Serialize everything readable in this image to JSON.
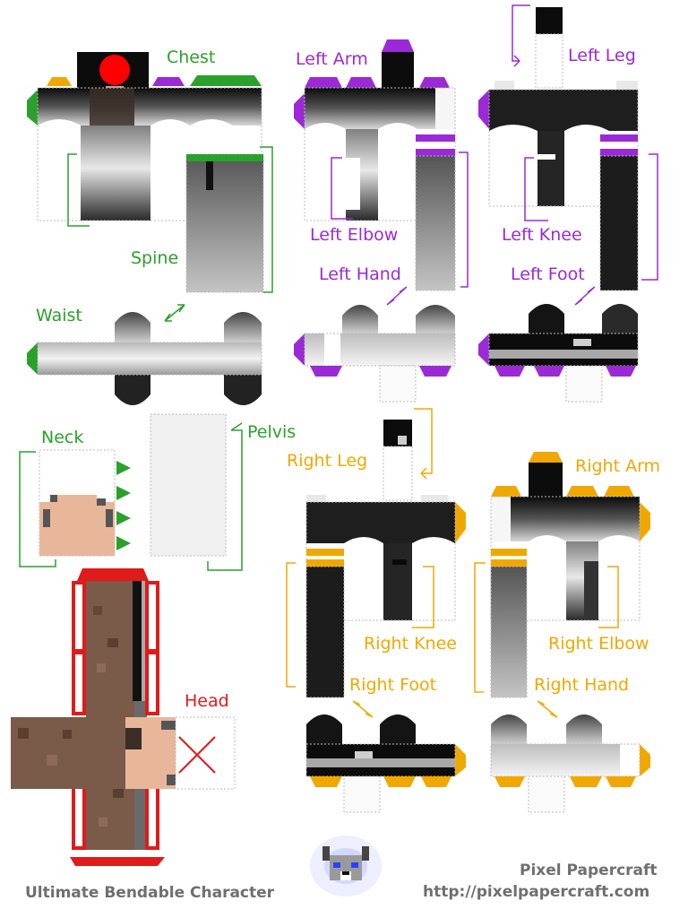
{
  "colors": {
    "green": "#2aa12a",
    "purple": "#9b2ad6",
    "orange": "#f0a800",
    "red": "#e01b1b",
    "skin": "#e8b79a",
    "hair": "#7a5a48",
    "footer": "#6f6f6f"
  },
  "labels": {
    "chest": "Chest",
    "spine": "Spine",
    "waist": "Waist",
    "neck": "Neck",
    "pelvis": "Pelvis",
    "head": "Head",
    "left_arm": "Left Arm",
    "left_elbow": "Left Elbow",
    "left_hand": "Left Hand",
    "left_leg": "Left Leg",
    "left_knee": "Left Knee",
    "left_foot": "Left Foot",
    "right_leg": "Right Leg",
    "right_knee": "Right Knee",
    "right_foot": "Right Foot",
    "right_arm": "Right Arm",
    "right_elbow": "Right Elbow",
    "right_hand": "Right Hand"
  },
  "footer": {
    "title": "Ultimate Bendable Character",
    "brand": "Pixel Papercraft",
    "url": "http://pixelpapercraft.com"
  },
  "icons": {
    "logo": "wolf-face-icon"
  }
}
